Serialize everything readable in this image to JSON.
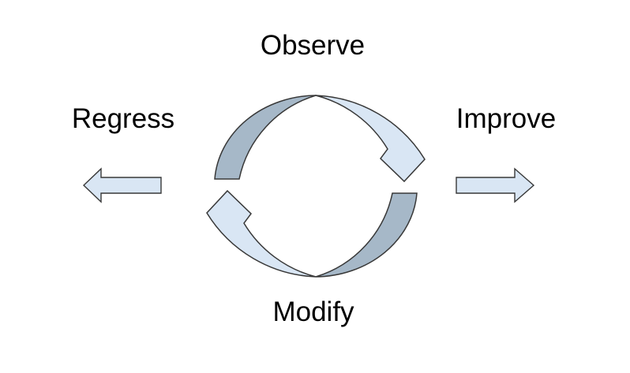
{
  "diagram": {
    "labels": {
      "top": "Observe",
      "left": "Regress",
      "right": "Improve",
      "bottom": "Modify"
    },
    "colors": {
      "light_arrow": "#d9e6f4",
      "dark_arrow": "#a6b8c8",
      "outline": "#383838",
      "text": "#000000",
      "background": "#ffffff"
    }
  }
}
